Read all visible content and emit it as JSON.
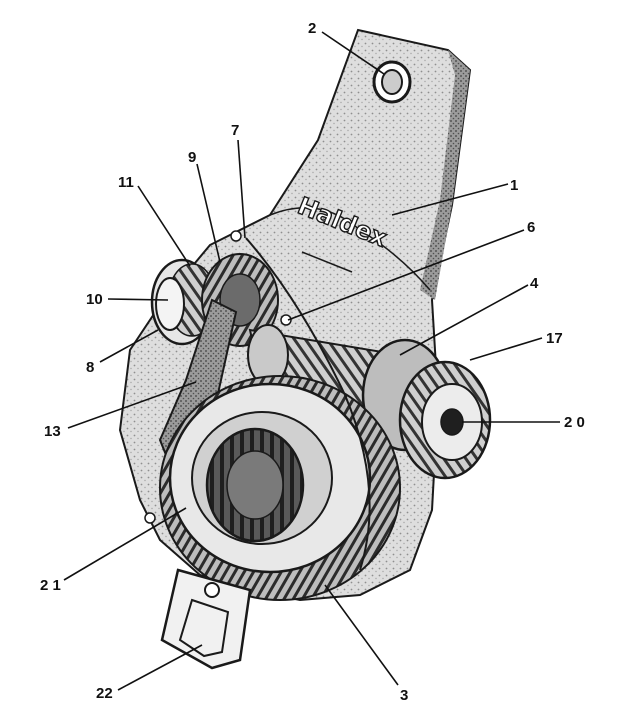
{
  "brand_text": "Haldex",
  "callouts": [
    {
      "id": "c1",
      "text": "1"
    },
    {
      "id": "c2",
      "text": "2"
    },
    {
      "id": "c3",
      "text": "3"
    },
    {
      "id": "c4",
      "text": "4"
    },
    {
      "id": "c6",
      "text": "6"
    },
    {
      "id": "c7",
      "text": "7"
    },
    {
      "id": "c8",
      "text": "8"
    },
    {
      "id": "c9",
      "text": "9"
    },
    {
      "id": "c10",
      "text": "10"
    },
    {
      "id": "c11",
      "text": "11"
    },
    {
      "id": "c13",
      "text": "13"
    },
    {
      "id": "c17",
      "text": "17"
    },
    {
      "id": "c20",
      "text": "2 0"
    },
    {
      "id": "c21",
      "text": "2 1"
    },
    {
      "id": "c22",
      "text": "22"
    }
  ],
  "colors": {
    "ink": "#1a1a1a",
    "body_fill": "#d9d9d9",
    "stipple": "#9a9a9a",
    "background": "#ffffff"
  }
}
